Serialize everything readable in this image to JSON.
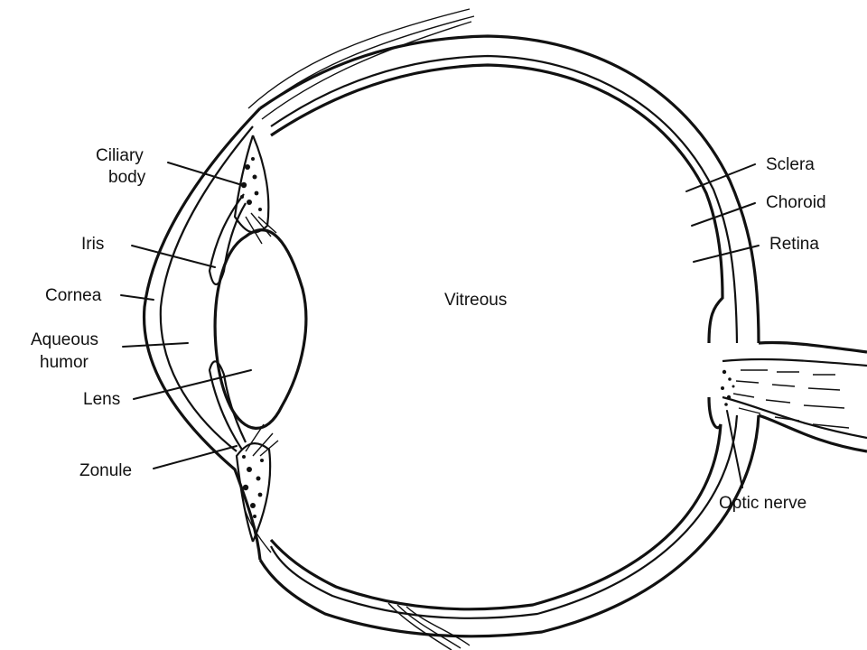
{
  "diagram": {
    "labels": {
      "ciliary_body_line1": "Ciliary",
      "ciliary_body_line2": "body",
      "iris": "Iris",
      "cornea": "Cornea",
      "aqueous_humor_line1": "Aqueous",
      "aqueous_humor_line2": "humor",
      "lens": "Lens",
      "zonule": "Zonule",
      "vitreous": "Vitreous",
      "sclera": "Sclera",
      "choroid": "Choroid",
      "retina": "Retina",
      "optic_nerve": "Optic nerve"
    },
    "colors": {
      "ink": "#111111",
      "background": "#ffffff"
    }
  }
}
